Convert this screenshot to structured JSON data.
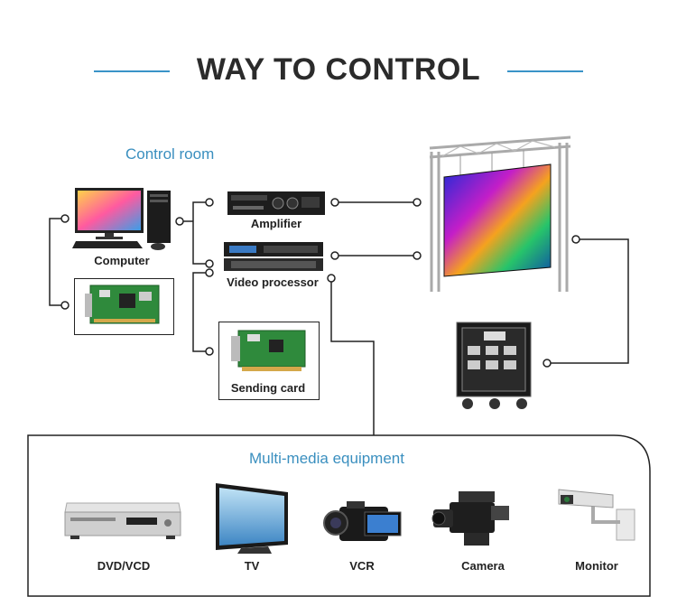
{
  "title": "WAY TO CONTROL",
  "control_room": {
    "heading": "Control room",
    "computer": "Computer",
    "amplifier": "Amplifier",
    "video_processor": "Video processor",
    "sending_card": "Sending card"
  },
  "multimedia": {
    "heading": "Multi-media equipment",
    "devices": [
      "DVD/VCD",
      "TV",
      "VCR",
      "Camera",
      "Monitor"
    ]
  },
  "colors": {
    "accent": "#3a93c7",
    "text": "#2b2b2b"
  }
}
